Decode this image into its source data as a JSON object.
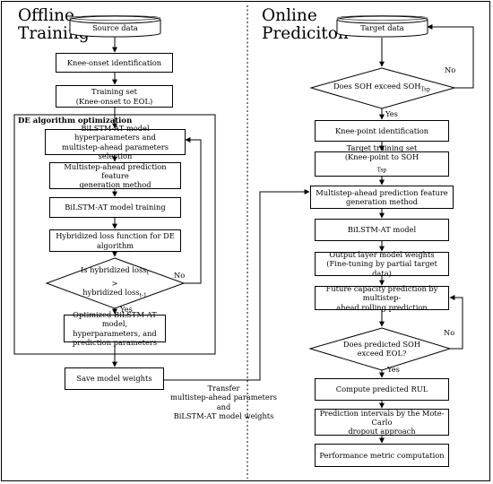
{
  "offline": {
    "title_line1": "Offline",
    "title_line2": "Training",
    "source": "Source data",
    "knee_onset": "Knee-onset identification",
    "training_set_l1": "Training set",
    "training_set_l2": "(Knee-onset to EOL)",
    "de_title": "DE algorithm optimization",
    "hyper_l1": "BiLSTM-AT model hyperparameters and",
    "hyper_l2": "multistep-ahead parameters selection",
    "feature_l1": "Multistep-ahead prediction feature",
    "feature_l2": "generation method",
    "training": "BiLSTM-AT model training",
    "loss": "Hybridized loss function for DE algorithm",
    "decision_l1": "Is hybridized loss",
    "decision_sub1": "t",
    "decision_l2": ">",
    "decision_l3": "hybridized loss",
    "decision_sub3": "t-1",
    "no": "No",
    "yes": "Yes",
    "optimized_l1": "Optimized BiLSTM-AT model,",
    "optimized_l2": "hyperparameters, and",
    "optimized_l3": "prediction parameters",
    "save": "Save model weights"
  },
  "transfer": {
    "l1": "Transfer",
    "l2": "multistep-ahead parameters",
    "l3": "and",
    "l4": "BiLSTM-AT model weights"
  },
  "online": {
    "title_line1": "Online",
    "title_line2": "Prediciton",
    "target": "Target data",
    "decision1_text": "Does SOH exceed  SOH",
    "decision1_sub": "Tsp",
    "no1": "No",
    "yes1": "Yes",
    "knee_point": "Knee-point identification",
    "target_set_l1": "Target training set",
    "target_set_l2": "(Knee-point to SOH",
    "target_set_sub": "Tsp",
    "target_set_end": ")",
    "feature_l1": "Multistep-ahead prediction feature",
    "feature_l2": "generation method",
    "model": "BiLSTM-AT model",
    "output_l1": "Output layer model weights",
    "output_l2": "(Fine-tuning by partial target data)",
    "future_l1": "Future capacity prediction by multistep-",
    "future_l2": "ahead rolling prediction",
    "decision2_l1": "Does predicted SOH",
    "decision2_l2": "exceed EOL?",
    "no2": "No",
    "yes2": "Yes",
    "rul": "Compute predicted RUL",
    "intervals_l1": "Prediction intervals by the Mote-Carlo",
    "intervals_l2": "dropout approach",
    "metric": "Performance metric computation"
  }
}
